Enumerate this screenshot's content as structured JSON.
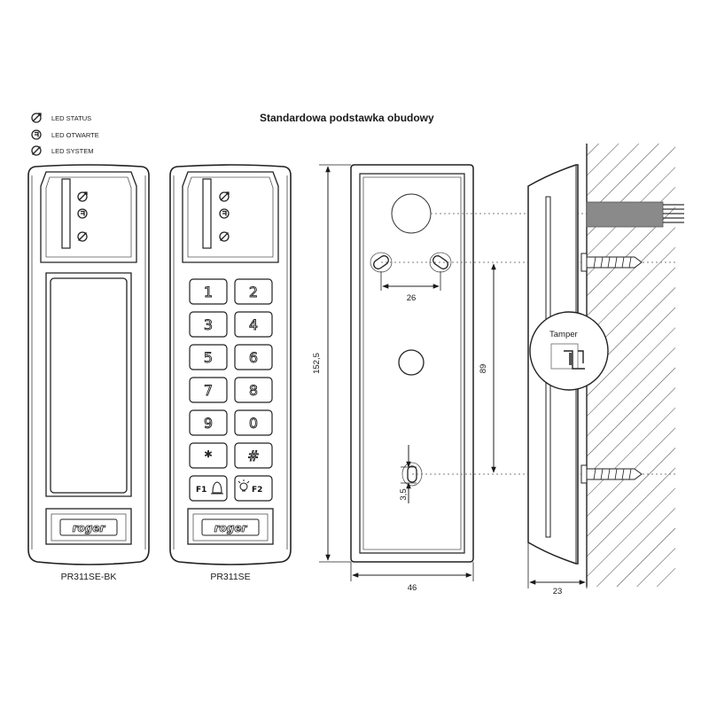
{
  "title": "Standardowa podstawka obudowy",
  "legend": [
    {
      "icon": "led-status-icon",
      "label": "LED STATUS"
    },
    {
      "icon": "led-open-icon",
      "label": "LED OTWARTE"
    },
    {
      "icon": "led-system-icon",
      "label": "LED SYSTEM"
    }
  ],
  "models": {
    "left": {
      "label": "PR311SE-BK",
      "brand": "roger"
    },
    "right": {
      "label": "PR311SE",
      "brand": "roger"
    }
  },
  "keypad": {
    "keys": [
      "1",
      "2",
      "3",
      "4",
      "5",
      "6",
      "7",
      "8",
      "9",
      "0",
      "*",
      "#"
    ],
    "f1": "F1",
    "f2": "F2"
  },
  "dimensions": {
    "height": "152,5",
    "width": "46",
    "hole_spacing": "26",
    "mount_spacing": "89",
    "slot": "3,5",
    "depth": "23"
  },
  "callout": "Tamper"
}
